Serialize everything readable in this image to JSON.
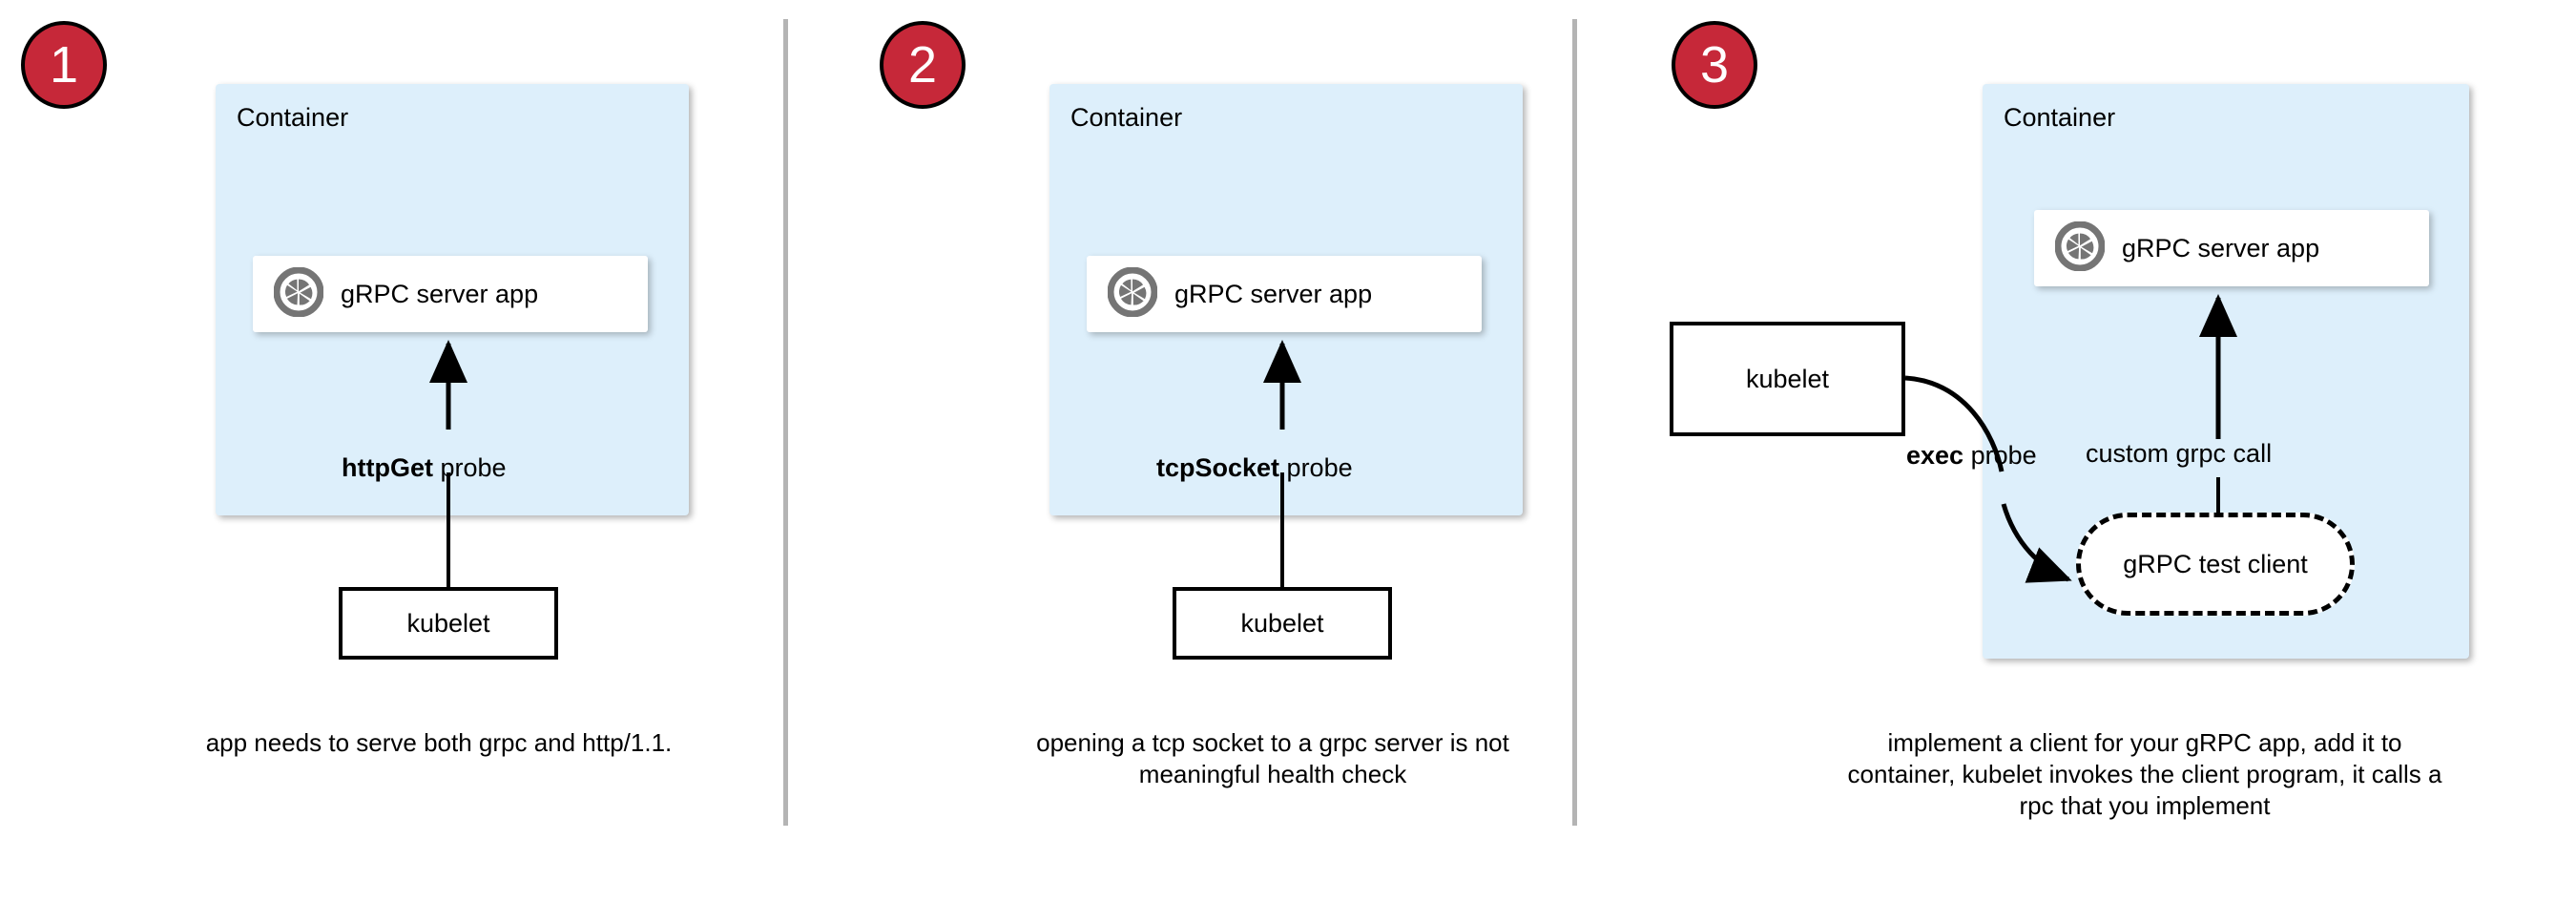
{
  "figure": {
    "title": "gRPC health probe approaches",
    "colors": {
      "badge_fill": "#c62839",
      "badge_text": "#ffffff",
      "container_fill": "#ddeffb",
      "card_fill": "#ffffff",
      "stroke": "#000000",
      "divider": "#b4b4b4",
      "grpc_icon": "#757575"
    }
  },
  "panels": [
    {
      "badge": "1",
      "container_label": "Container",
      "app_label": "gRPC server app",
      "app_icon": "grpc-aperture-icon",
      "probe_label_strong": "httpGet",
      "probe_label_rest": " probe",
      "kubelet_label": "kubelet",
      "caption": "app needs to serve both grpc and http/1.1."
    },
    {
      "badge": "2",
      "container_label": "Container",
      "app_label": "gRPC server app",
      "app_icon": "grpc-aperture-icon",
      "probe_label_strong": "tcpSocket",
      "probe_label_rest": " probe",
      "kubelet_label": "kubelet",
      "caption": "opening a tcp socket to a grpc server is not meaningful health check"
    },
    {
      "badge": "3",
      "container_label": "Container",
      "app_label": "gRPC server app",
      "app_icon": "grpc-aperture-icon",
      "probe_label_strong": "exec",
      "probe_label_rest": " probe",
      "kubelet_label": "kubelet",
      "test_client_label": "gRPC test client",
      "internal_call_label": "custom grpc call",
      "caption": "implement a client for your gRPC app, add it to container, kubelet invokes the client program, it calls a rpc that you implement"
    }
  ]
}
